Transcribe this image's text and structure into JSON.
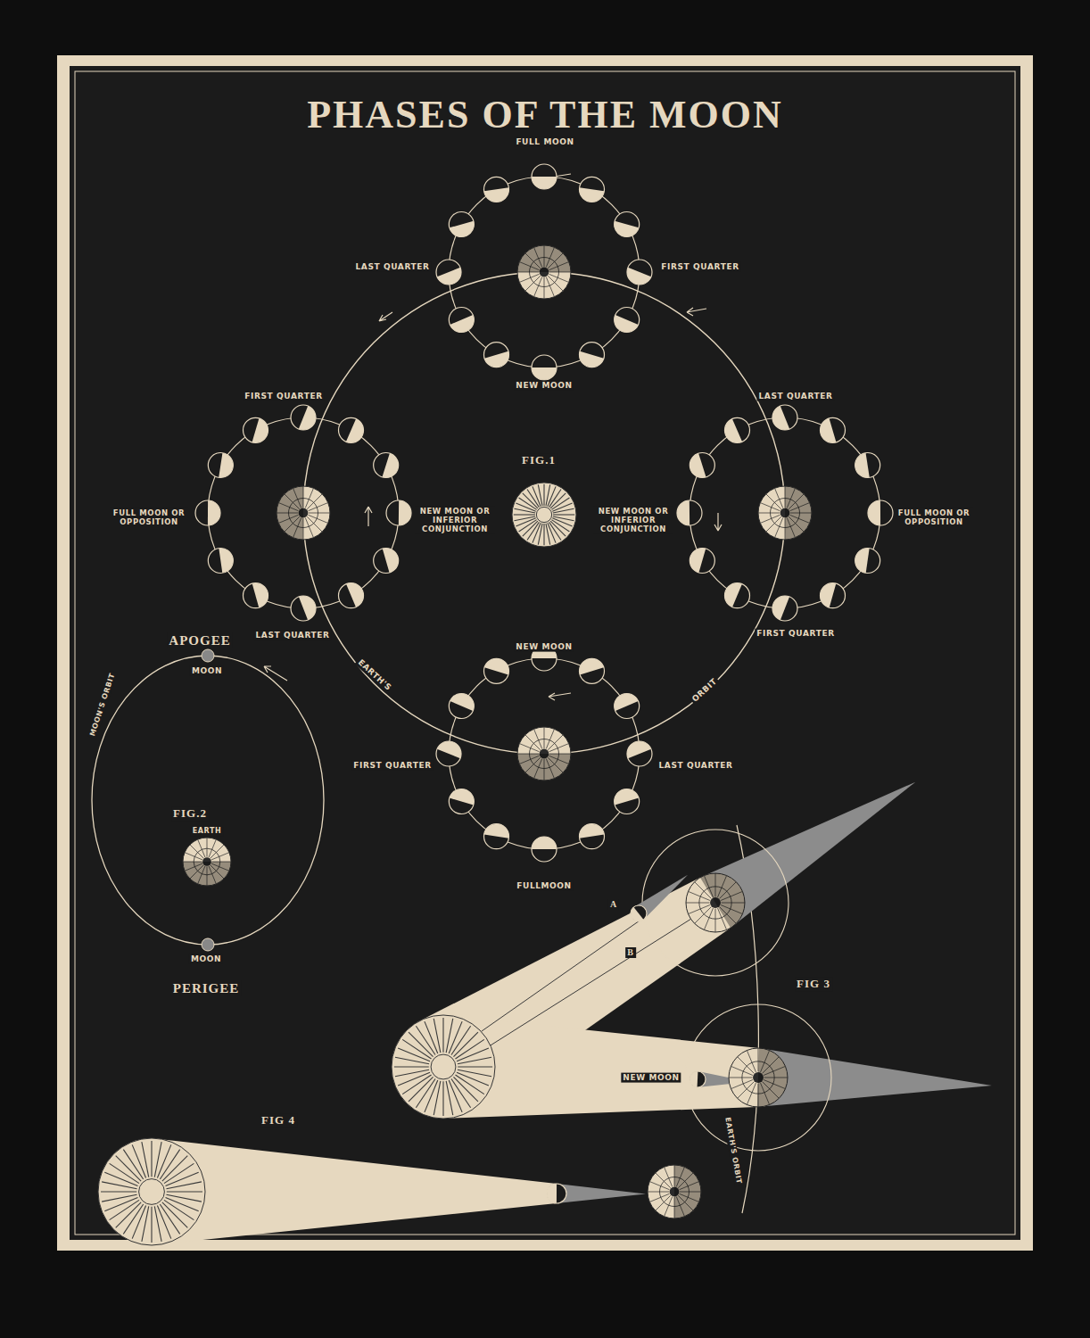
{
  "diagram": {
    "title": "PHASES OF THE MOON",
    "labels": [
      "FULL MOON",
      "LAST QUARTER",
      "FIRST QUARTER",
      "NEW MOON",
      "FIRST QUARTER",
      "LAST QUARTER",
      "FIG.1",
      "NEW MOON OR INFERIOR CONJUNCTION",
      "NEW MOON OR INFERIOR CONJUNCTION",
      "FULL MOON OR OPPOSITION",
      "FULL MOON OR OPPOSITION",
      "LAST QUARTER",
      "FIRST QUARTER",
      "NEW MOON",
      "EARTH'S",
      "ORBIT",
      "FIRST QUARTER",
      "LAST QUARTER",
      "FULLMOON",
      "APOGEE",
      "MOON",
      "MOON'S ORBIT",
      "FIG.2",
      "EARTH",
      "MOON",
      "PERIGEE",
      "FIG 3",
      "A",
      "B",
      "NEW MOON",
      "EARTH'S ORBIT",
      "FIG 4"
    ]
  }
}
